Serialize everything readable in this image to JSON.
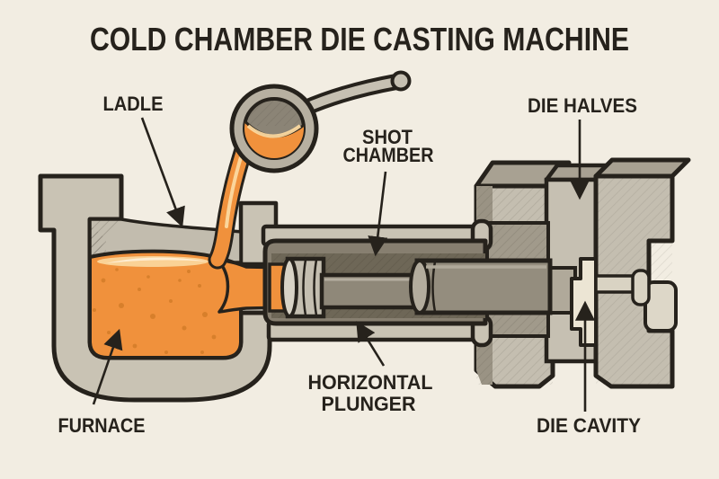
{
  "title": "COLD CHAMBER DIE CASTING MACHINE",
  "labels": {
    "ladle": "LADLE",
    "shot_chamber": [
      "SHOT",
      "CHAMBER"
    ],
    "die_halves": "DIE HALVES",
    "furnace": "FURNACE",
    "horizontal_plunger": [
      "HORIZONTAL",
      "PLUNGER"
    ],
    "die_cavity": "DIE CAVITY"
  },
  "colors": {
    "background": "#f2ede2",
    "ink": "#26221c",
    "molten_metal": "#f0913c",
    "molten_shadow": "#d77f2b",
    "molten_highlight": "#fbd9a0",
    "machine_light": "#c9c3b4",
    "machine_mid": "#a8a192",
    "machine_dark": "#877f70",
    "bore_dark": "#6e6757",
    "die_face": "#c4beb0",
    "cavity_fill": "#ece5d4"
  }
}
